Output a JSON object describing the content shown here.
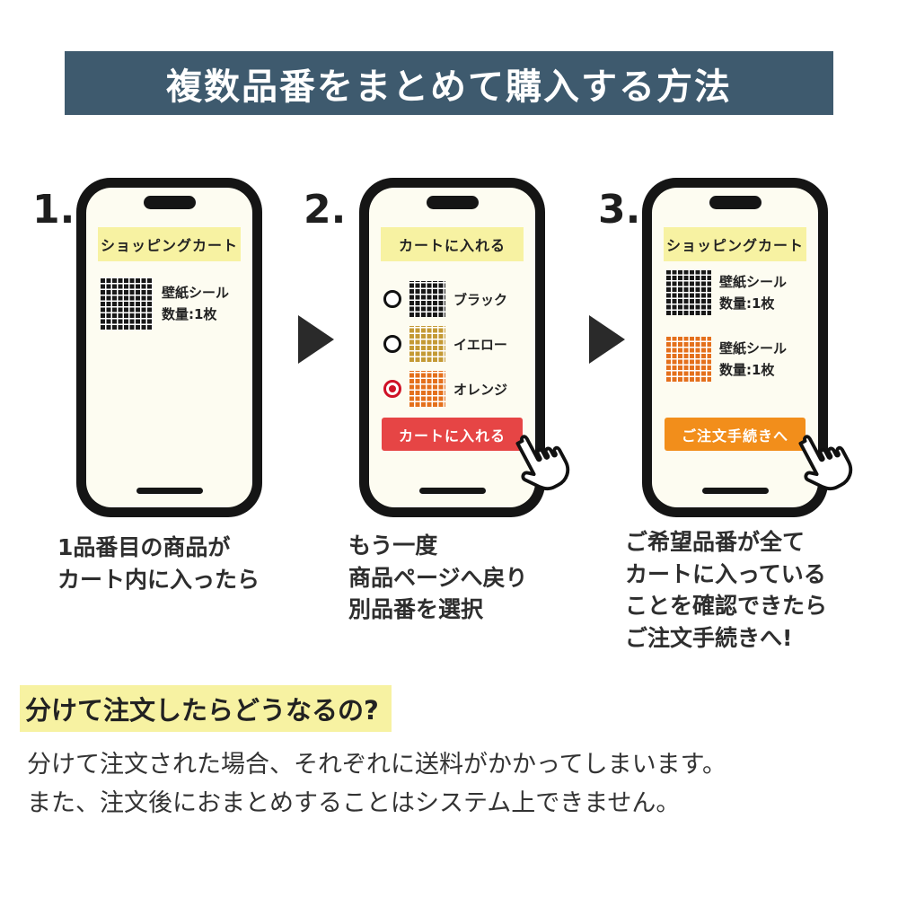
{
  "banner": {
    "title": "複数品番をまとめて購入する方法"
  },
  "steps": [
    {
      "number": "1.",
      "phone": {
        "header": "ショッピングカート",
        "items": [
          {
            "swatch": "black",
            "name": "壁紙シール",
            "qty": "数量:1枚"
          }
        ]
      },
      "caption": [
        "1品番目の商品が",
        "カート内に入ったら"
      ]
    },
    {
      "number": "2.",
      "phone": {
        "header": "カートに入れる",
        "options": [
          {
            "label": "ブラック",
            "swatch": "black",
            "selected": false
          },
          {
            "label": "イエロー",
            "swatch": "yellow",
            "selected": false
          },
          {
            "label": "オレンジ",
            "swatch": "orange",
            "selected": true
          }
        ],
        "button": "カートに入れる"
      },
      "caption": [
        "もう一度",
        "商品ページへ戻り",
        "別品番を選択"
      ]
    },
    {
      "number": "3.",
      "phone": {
        "header": "ショッピングカート",
        "items": [
          {
            "swatch": "black",
            "name": "壁紙シール",
            "qty": "数量:1枚"
          },
          {
            "swatch": "orange",
            "name": "壁紙シール",
            "qty": "数量:1枚"
          }
        ],
        "button": "ご注文手続きへ"
      },
      "caption": [
        "ご希望品番が全て",
        "カートに入っている",
        "ことを確認できたら",
        "ご注文手続きへ!"
      ]
    }
  ],
  "footer": {
    "heading": "分けて注文したらどうなるの?",
    "body": [
      "分けて注文された場合、それぞれに送料がかかってしまいます。",
      "また、注文後におまとめすることはシステム上できません。"
    ]
  },
  "colors": {
    "banner_bg": "#3e5a6e",
    "highlight_yellow": "#f7f2a2",
    "button_red": "#e64545",
    "button_orange": "#f28e1b",
    "swatch_black": "#181818",
    "swatch_yellow": "#c49a35",
    "swatch_orange": "#e4701c"
  }
}
